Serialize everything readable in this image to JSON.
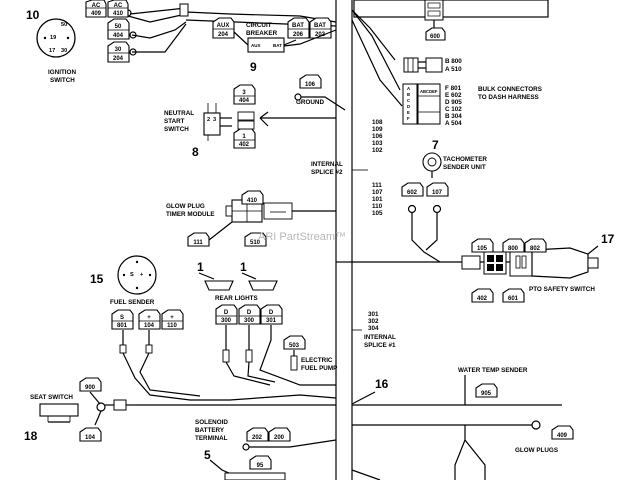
{
  "components": {
    "ignition": {
      "number": "10",
      "label1": "IGNITION",
      "label2": "SWITCH",
      "pins": [
        "50",
        "19",
        "17",
        "30"
      ]
    },
    "circuit_breaker": {
      "number": "9",
      "label1": "CIRCUIT",
      "label2": "BREAKER",
      "term1": "AUX",
      "term2": "BAT"
    },
    "ground": {
      "label": "GROUND"
    },
    "neutral_switch": {
      "number": "8",
      "label1": "NEUTRAL",
      "label2": "START",
      "label3": "SWITCH"
    },
    "internal_splice_2": {
      "label1": "INTERNAL",
      "label2": "SPLICE #2",
      "wires_above": [
        "108",
        "109",
        "106",
        "103",
        "102"
      ],
      "wires_below": [
        "111",
        "107",
        "101",
        "110",
        "105"
      ]
    },
    "tachometer": {
      "number": "7",
      "label1": "TACHOMETER",
      "label2": "SENDER UNIT"
    },
    "bulk_connectors": {
      "label1": "BULK CONNECTORS",
      "label2": "TO DASH HARNESS",
      "pins_a": [
        "B 800",
        "A 510"
      ],
      "pins_b": [
        "F 801",
        "E 602",
        "D 905",
        "C 102",
        "B 304",
        "A 504"
      ],
      "letters": "ABCDEF"
    },
    "glow_plug_timer": {
      "label1": "GLOW PLUG",
      "label2": "TIMER MODULE"
    },
    "fuel_sender": {
      "number": "15",
      "label": "FUEL SENDER",
      "pins": [
        "S",
        "+"
      ]
    },
    "rear_lights": {
      "label": "REAR LIGHTS",
      "callouts": [
        "1",
        "1"
      ]
    },
    "pto_safety_switch": {
      "number": "17",
      "label": "PTO SAFETY SWITCH"
    },
    "electric_fuel_pump": {
      "label1": "ELECTRIC",
      "label2": "FUEL PUMP"
    },
    "internal_splice_1": {
      "label1": "INTERNAL",
      "label2": "SPLICE #1",
      "wires": [
        "301",
        "302",
        "304"
      ]
    },
    "harness": {
      "number": "16"
    },
    "seat_switch": {
      "number": "18",
      "label": "SEAT SWITCH"
    },
    "water_temp_sender": {
      "label": "WATER TEMP SENDER"
    },
    "glow_plugs": {
      "label": "GLOW PLUGS"
    },
    "solenoid": {
      "number": "5",
      "label1": "SOLENOID",
      "label2": "BATTERY",
      "label3": "TERMINAL"
    }
  },
  "tags": {
    "ac_409": {
      "top": "AC",
      "bottom": "409"
    },
    "ac_410": {
      "top": "AC",
      "bottom": "410"
    },
    "tag_50_404": {
      "top": "50",
      "bottom": "404"
    },
    "tag_30_204": {
      "top": "30",
      "bottom": "204"
    },
    "aux_204": {
      "top": "AUX",
      "bottom": "204"
    },
    "bat_206": {
      "top": "BAT",
      "bottom": "206"
    },
    "bat_202": {
      "top": "BAT",
      "bottom": "202"
    },
    "tag_600": {
      "bottom": "600"
    },
    "tag_106": {
      "bottom": "106"
    },
    "tag_3_404": {
      "top": "3",
      "bottom": "404"
    },
    "tag_1_402": {
      "top": "1",
      "bottom": "402"
    },
    "tag_602": {
      "bottom": "602"
    },
    "tag_107": {
      "bottom": "107"
    },
    "tag_410": {
      "bottom": "410"
    },
    "tag_111": {
      "bottom": "111"
    },
    "tag_510": {
      "bottom": "510"
    },
    "tag_105": {
      "bottom": "105"
    },
    "tag_800": {
      "bottom": "800"
    },
    "tag_802": {
      "bottom": "802"
    },
    "tag_402": {
      "bottom": "402"
    },
    "tag_601": {
      "bottom": "601"
    },
    "s_801": {
      "top": "S",
      "bottom": "801"
    },
    "p_104": {
      "top": "+",
      "bottom": "104"
    },
    "p_110": {
      "top": "+",
      "bottom": "110"
    },
    "d_300a": {
      "top": "D",
      "bottom": "300"
    },
    "d_300b": {
      "top": "D",
      "bottom": "300"
    },
    "d_301": {
      "top": "D",
      "bottom": "301"
    },
    "tag_503": {
      "bottom": "503"
    },
    "tag_900": {
      "bottom": "900"
    },
    "tag_104": {
      "bottom": "104"
    },
    "tag_905": {
      "bottom": "905"
    },
    "tag_409": {
      "bottom": "409"
    },
    "tag_202": {
      "bottom": "202"
    },
    "tag_200": {
      "bottom": "200"
    },
    "tag_95": {
      "bottom": "95"
    }
  },
  "watermark": "ARI PartStream™"
}
